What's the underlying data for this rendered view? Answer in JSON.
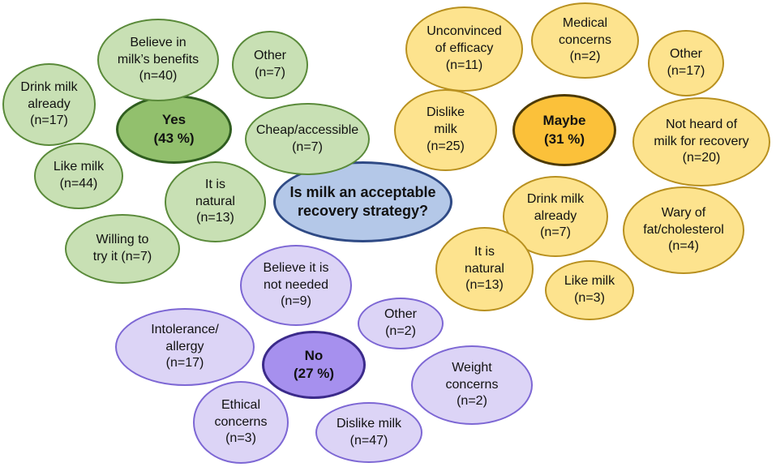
{
  "center": {
    "question": "Is milk an acceptable\nrecovery strategy?"
  },
  "yes": {
    "core": "Yes\n(43 %)",
    "believe_benefits": "Believe in\nmilk’s benefits\n(n=40)",
    "other": "Other\n(n=7)",
    "drink_already": "Drink milk\nalready\n(n=17)",
    "cheap": "Cheap/accessible\n(n=7)",
    "like_milk": "Like milk\n(n=44)",
    "natural": "It is\nnatural\n(n=13)",
    "willing": "Willing to\ntry it (n=7)"
  },
  "maybe": {
    "core": "Maybe\n(31 %)",
    "unconvinced": "Unconvinced\nof efficacy\n(n=11)",
    "medical": "Medical\nconcerns\n(n=2)",
    "other": "Other\n(n=17)",
    "dislike": "Dislike\nmilk\n(n=25)",
    "not_heard": "Not heard of\nmilk for recovery\n(n=20)",
    "drink_already": "Drink milk\nalready\n(n=7)",
    "wary": "Wary of\nfat/cholesterol\n(n=4)",
    "natural": "It is\nnatural\n(n=13)",
    "like_milk": "Like milk\n(n=3)"
  },
  "no": {
    "core": "No\n(27 %)",
    "not_needed": "Believe it is\nnot needed\n(n=9)",
    "other": "Other\n(n=2)",
    "intolerance": "Intolerance/\nallergy\n(n=17)",
    "weight": "Weight\nconcerns\n(n=2)",
    "ethical": "Ethical\nconcerns\n(n=3)",
    "dislike": "Dislike milk\n(n=47)"
  }
}
